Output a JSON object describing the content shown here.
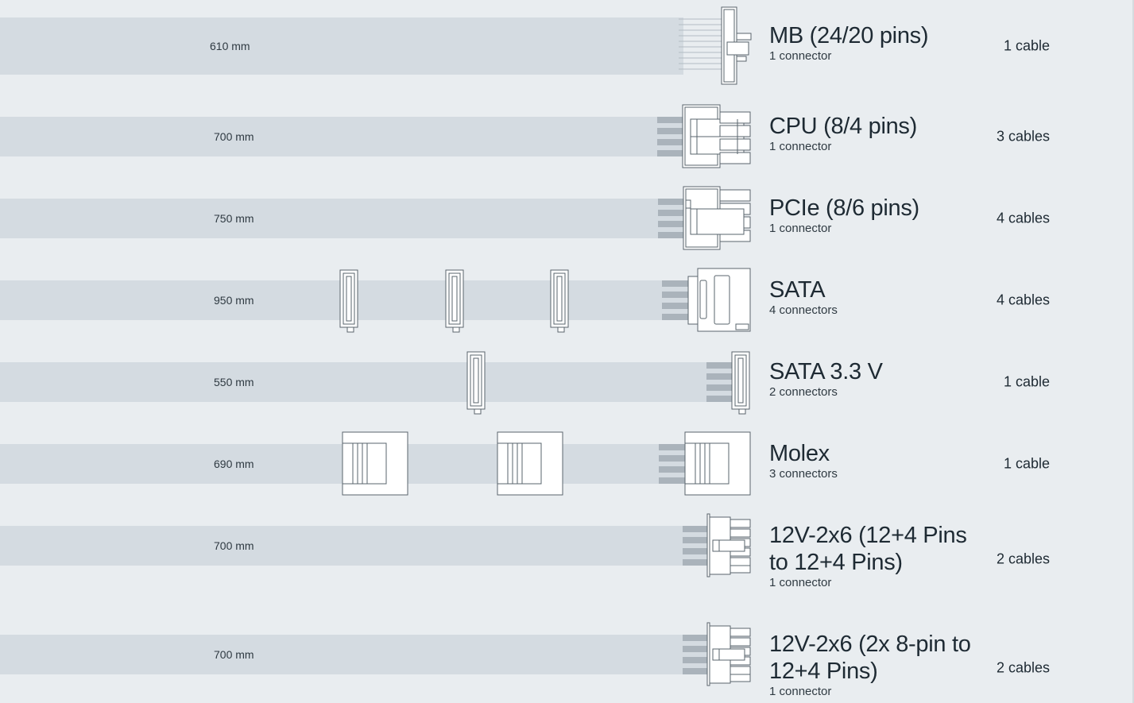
{
  "cables": [
    {
      "name": "MB (24/20 pins)",
      "connectors": "1 connector",
      "count": "1 cable",
      "length": "610 mm"
    },
    {
      "name": "CPU (8/4 pins)",
      "connectors": "1 connector",
      "count": "3 cables",
      "length": "700 mm"
    },
    {
      "name": "PCIe (8/6 pins)",
      "connectors": "1 connector",
      "count": "4 cables",
      "length": "750 mm"
    },
    {
      "name": "SATA",
      "connectors": "4 connectors",
      "count": "4 cables",
      "length": "950 mm"
    },
    {
      "name": "SATA 3.3 V",
      "connectors": "2 connectors",
      "count": "1 cable",
      "length": "550 mm"
    },
    {
      "name": "Molex",
      "connectors": "3 connectors",
      "count": "1 cable",
      "length": "690 mm"
    },
    {
      "name": "12V-2x6 (12+4 Pins to 12+4 Pins)",
      "connectors": "1 connector",
      "count": "2 cables",
      "length": "700 mm"
    },
    {
      "name": "12V-2x6 (2x 8-pin to 12+4 Pins)",
      "connectors": "1 connector",
      "count": "2 cables",
      "length": "700 mm"
    }
  ],
  "colors": {
    "background": "#e9edf0",
    "band": "#d4dbe1",
    "wire": "#aab3bb",
    "connector_fill": "#ffffff",
    "connector_stroke": "#5a646c",
    "text": "#1e2a33"
  }
}
